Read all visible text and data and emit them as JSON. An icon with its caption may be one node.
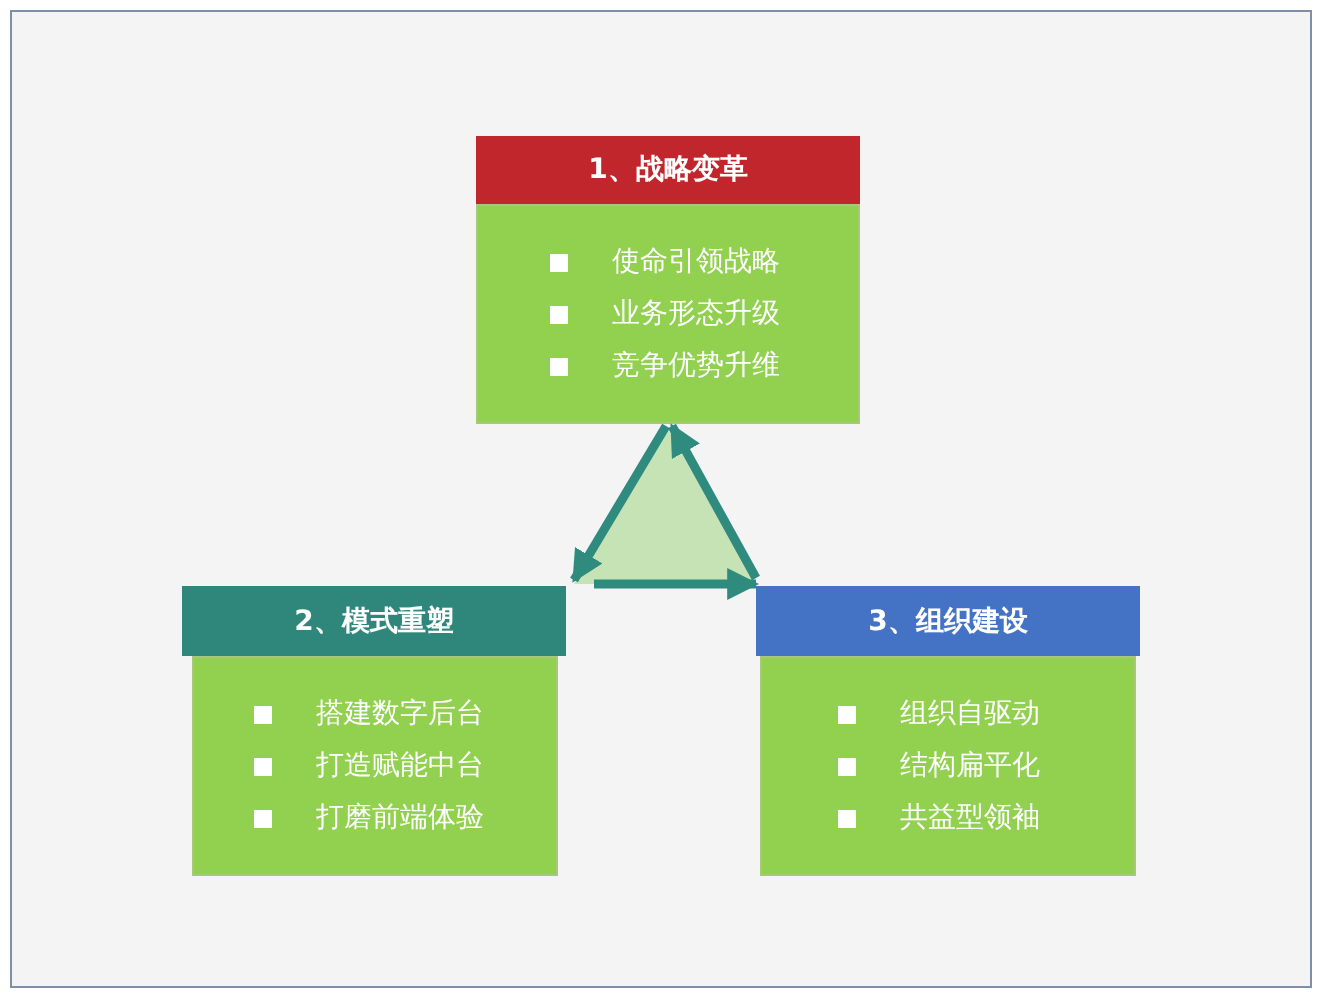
{
  "diagram": {
    "nodes": [
      {
        "text": [
          "1、战略变革"
        ]
      },
      {
        "text": [
          "使命引领战略",
          "业务形态升级",
          "竞争优势升维"
        ]
      },
      {
        "text": [
          "2、模式重塑"
        ]
      },
      {
        "text": [
          "搭建数字后台",
          "打造赋能中台",
          "打磨前端体验"
        ]
      },
      {
        "text": [
          "3、组织建设"
        ]
      },
      {
        "text": [
          "组织自驱动",
          "结构扁平化",
          "共益型领袖"
        ]
      }
    ],
    "edges": [
      {
        "from": 1,
        "to": 2,
        "arrow": "to"
      },
      {
        "from": 2,
        "to": 4,
        "arrow": "to"
      },
      {
        "from": 4,
        "to": 1,
        "arrow": "to"
      }
    ]
  }
}
